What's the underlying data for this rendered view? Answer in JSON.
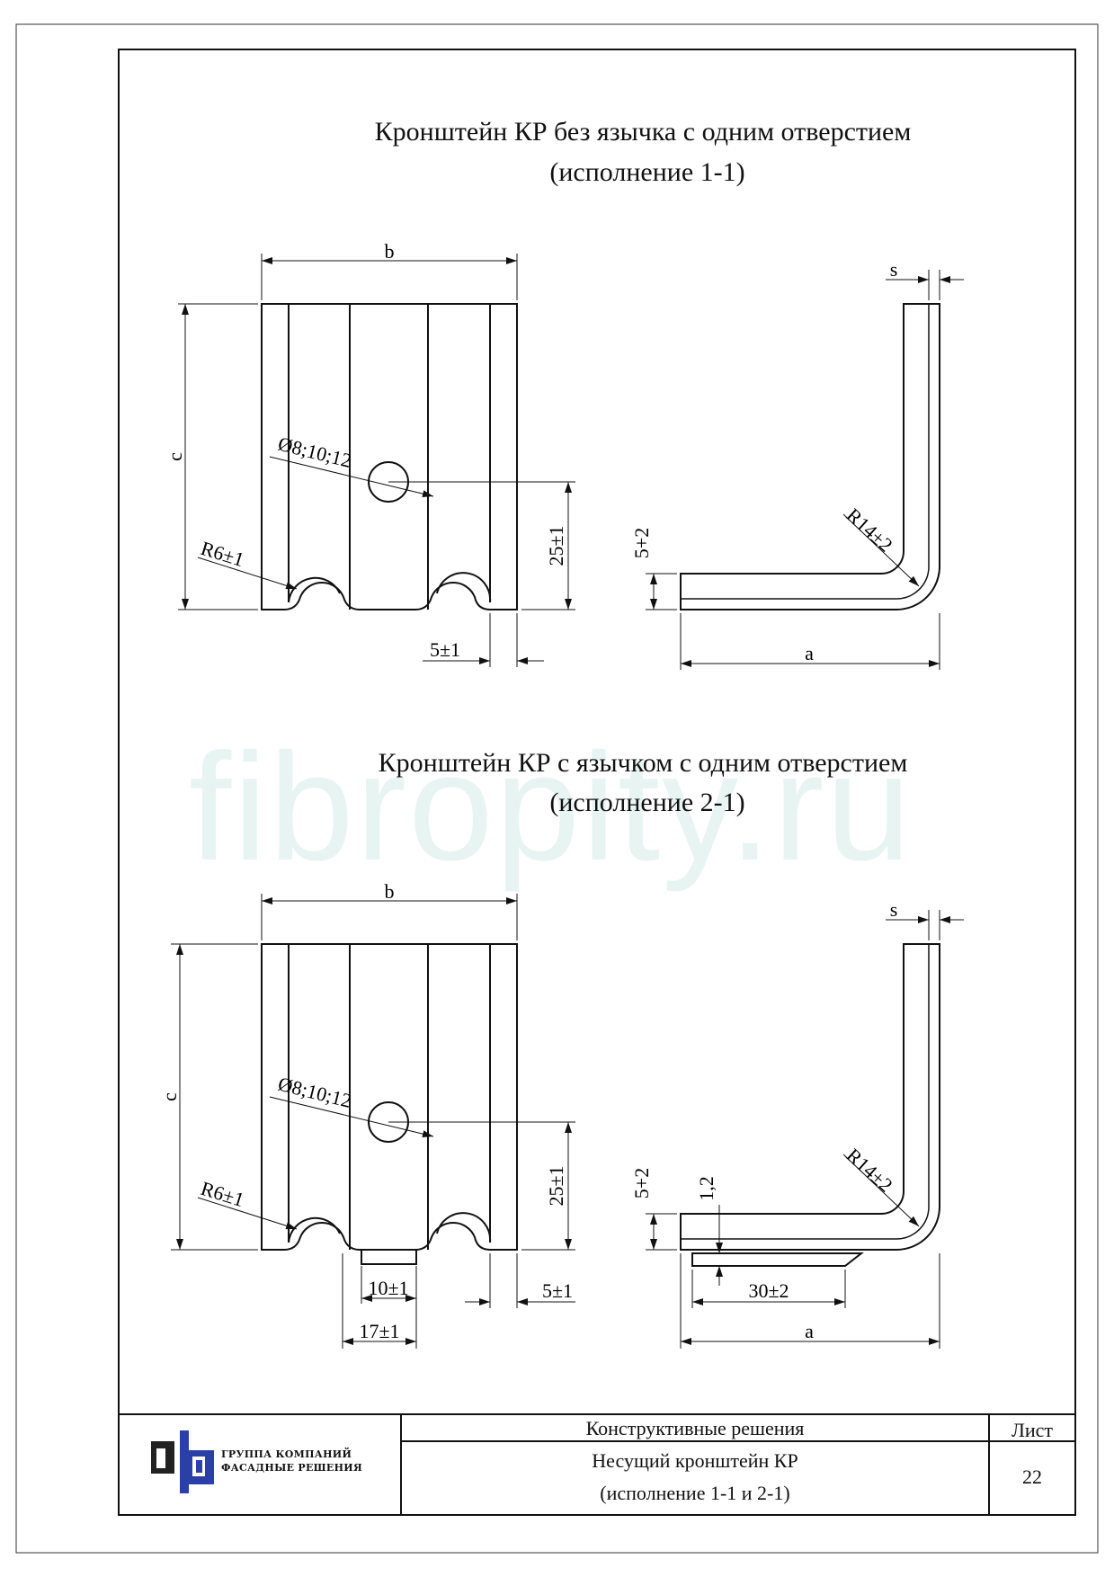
{
  "watermark": "fibropity.ru",
  "section1": {
    "title_line1": "Кронштейн КР без язычка с одним отверстием",
    "title_line2": "(исполнение 1-1)",
    "dims": {
      "b": "b",
      "c": "c",
      "hole": "Ø8;10;12",
      "r_notch": "R6±1",
      "h_hole": "25±1",
      "edge": "5±1",
      "s": "s",
      "a": "a",
      "r_bend": "R14±2",
      "flange": "5+2"
    }
  },
  "section2": {
    "title_line1": "Кронштейн КР с язычком с одним отверстием",
    "title_line2": "(исполнение 2-1)",
    "dims": {
      "b": "b",
      "c": "c",
      "hole": "Ø8;10;12",
      "r_notch": "R6±1",
      "h_hole": "25±1",
      "edge": "5±1",
      "tongue_w": "10±1",
      "tongue_pos": "17±1",
      "s": "s",
      "a": "a",
      "r_bend": "R14±2",
      "flange": "5+2",
      "tongue_t": "1,2",
      "tongue_len": "30±2"
    }
  },
  "title_block": {
    "company_line1": "ГРУППА КОМПАНИЙ",
    "company_line2": "ФАСАДНЫЕ РЕШЕНИЯ",
    "section": "Конструктивные решения",
    "name_line1": "Несущий кронштейн КР",
    "name_line2": "(исполнение 1-1 и 2-1)",
    "sheet_label": "Лист",
    "sheet_number": "22"
  },
  "colors": {
    "logo_blue": "#2a3fa8",
    "logo_dark": "#222222"
  }
}
